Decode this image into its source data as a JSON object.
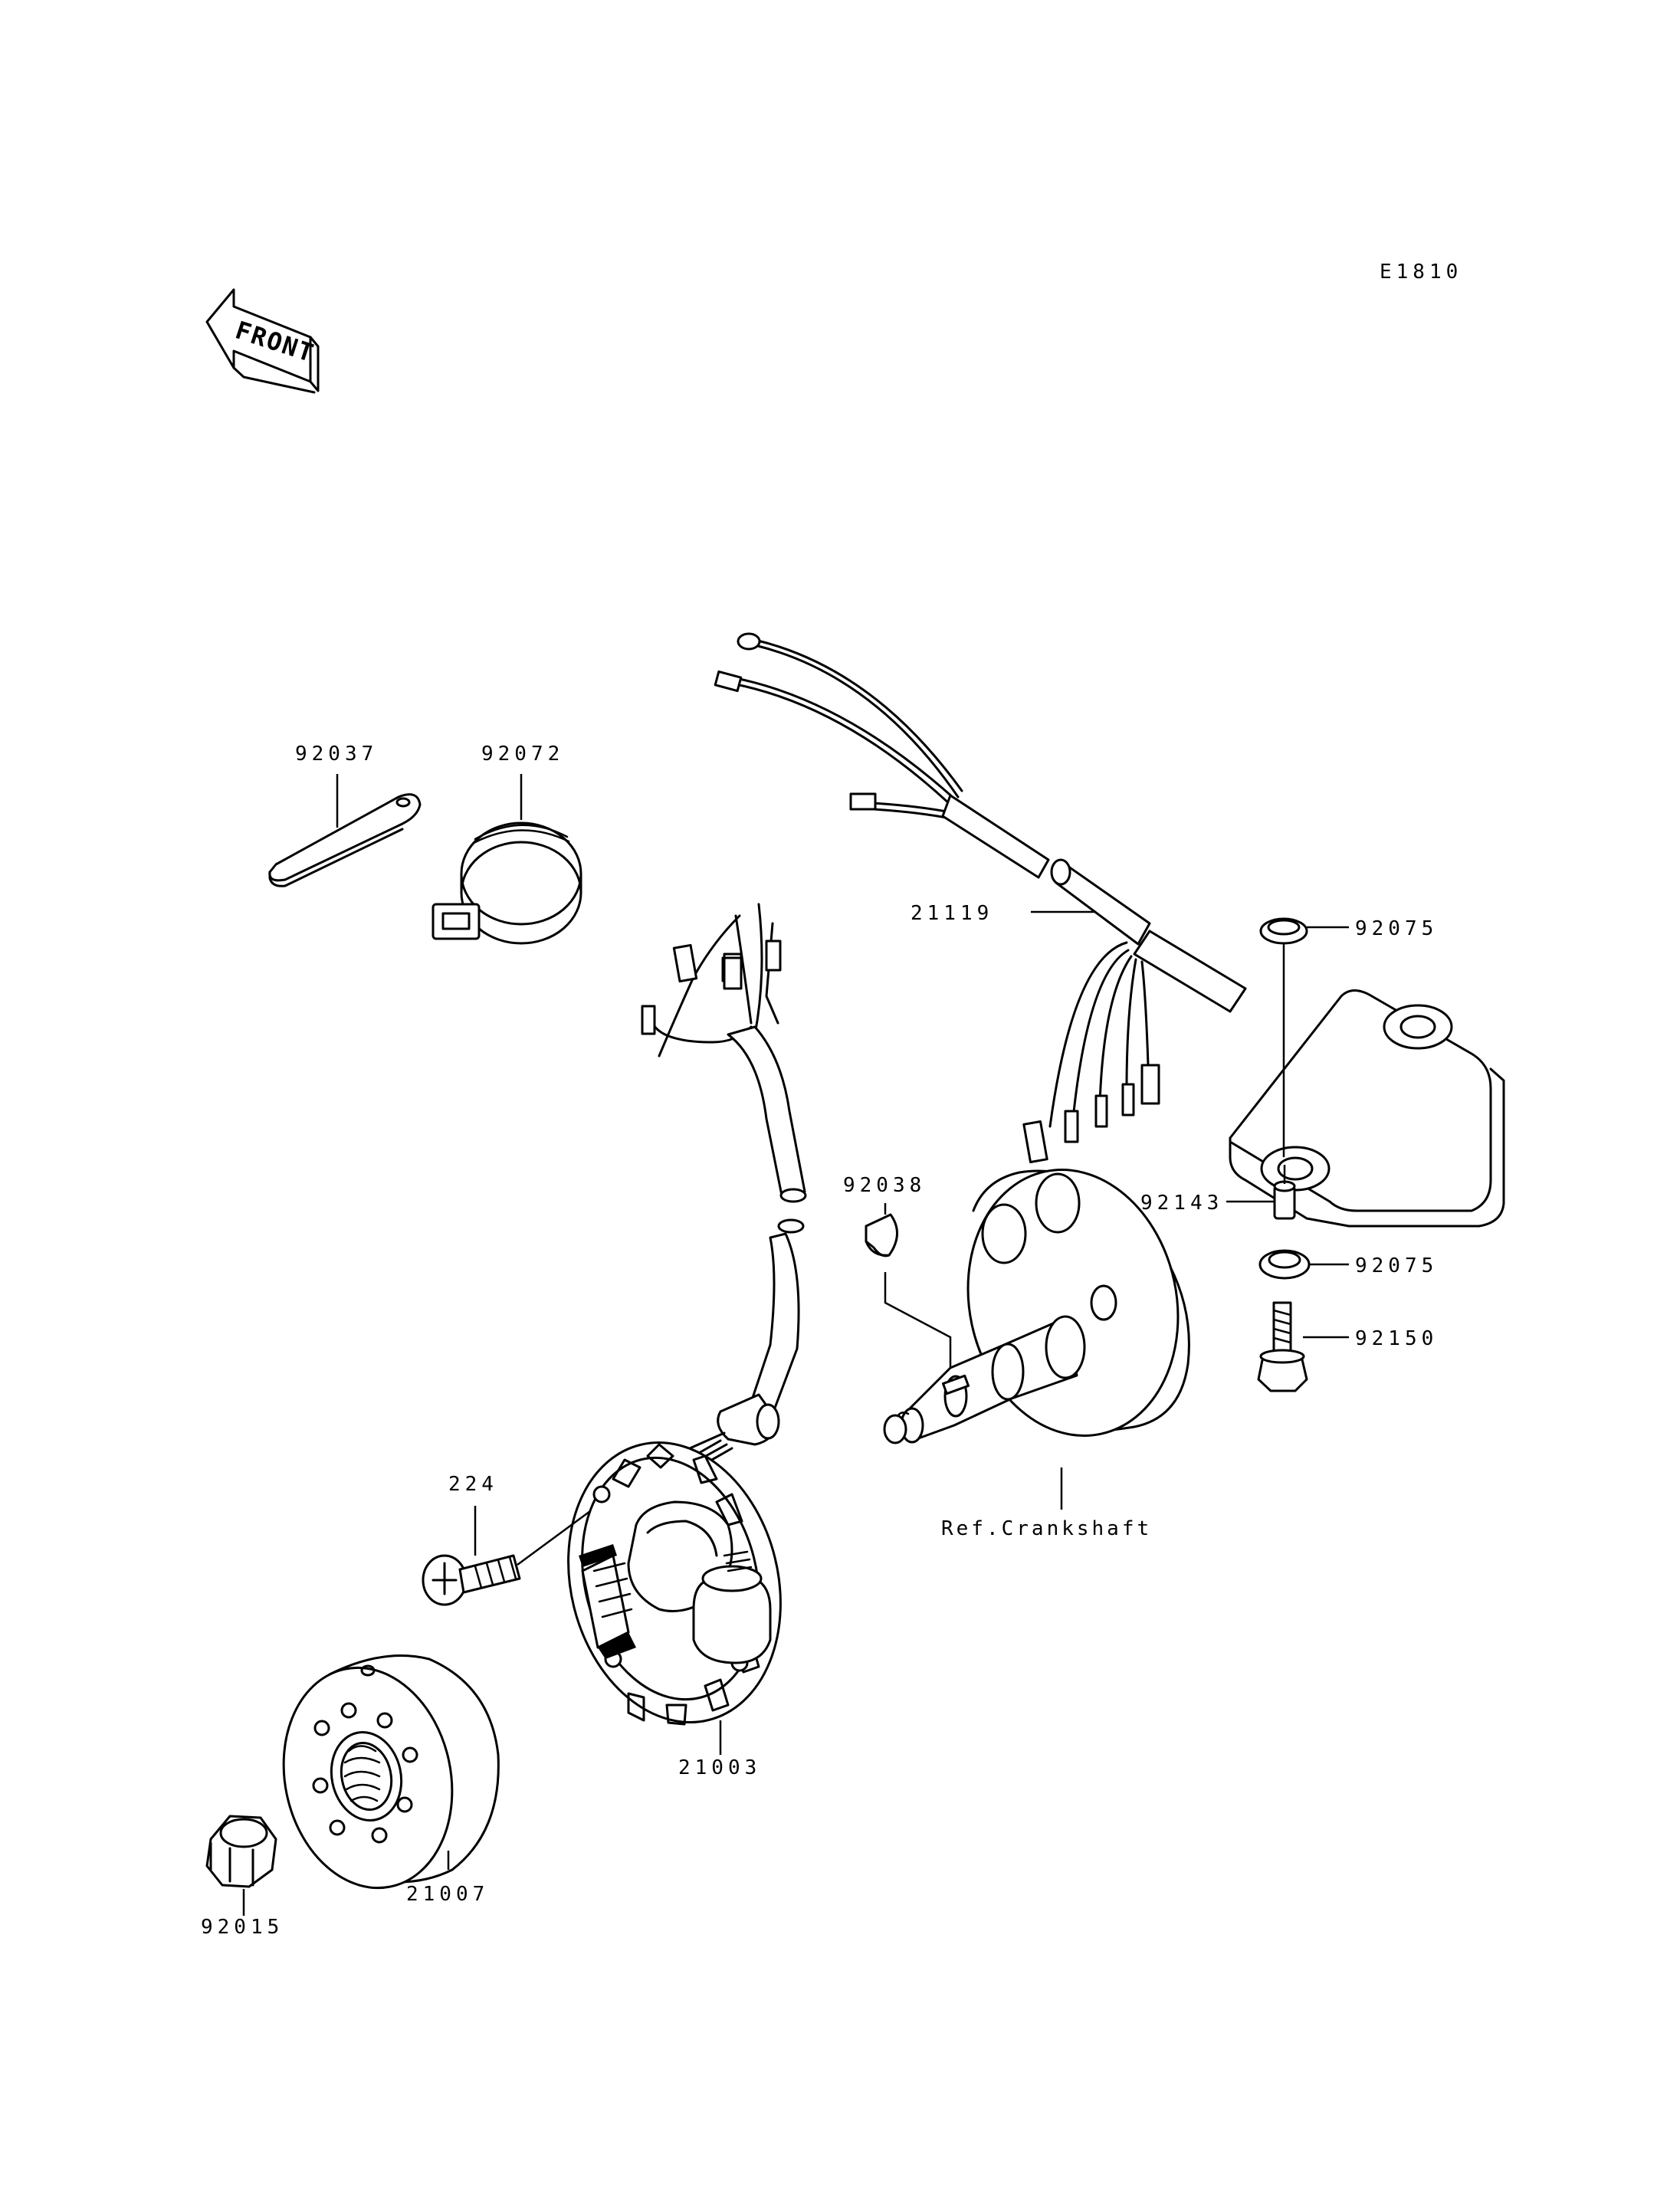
{
  "diagram_code": "E1810",
  "front_marker": "FRONT",
  "callouts": {
    "p92037": "92037",
    "p92072": "92072",
    "p21119": "21119",
    "p92075_top": "92075",
    "p92038": "92038",
    "p92143": "92143",
    "p92075_bottom": "92075",
    "p92150": "92150",
    "p224": "224",
    "ref_crankshaft": "Ref.Crankshaft",
    "p21003": "21003",
    "p21007": "21007",
    "p92015": "92015"
  }
}
